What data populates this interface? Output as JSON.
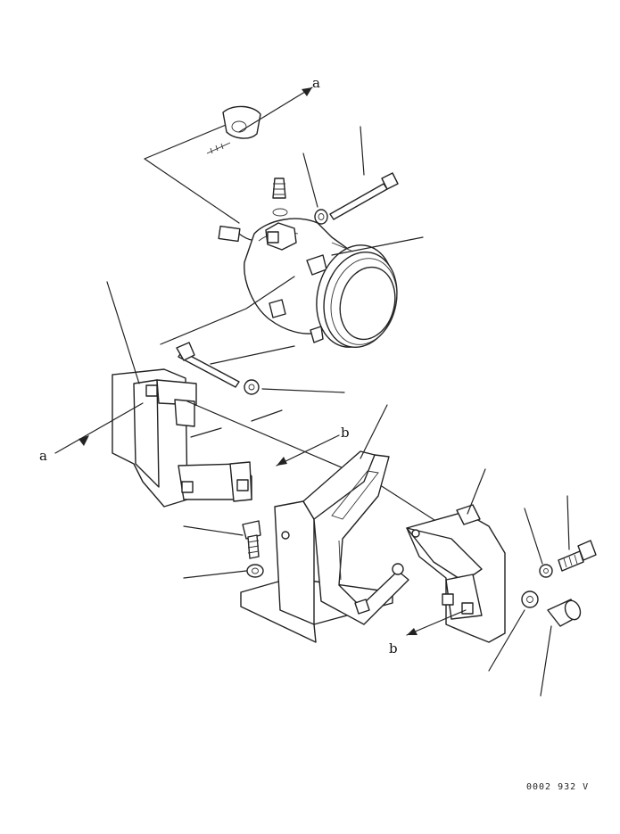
{
  "figure": {
    "reference_code": "0002 932 V",
    "labels": {
      "a_top": "a",
      "a_left": "a",
      "b_top": "b",
      "b_bottom": "b"
    }
  }
}
